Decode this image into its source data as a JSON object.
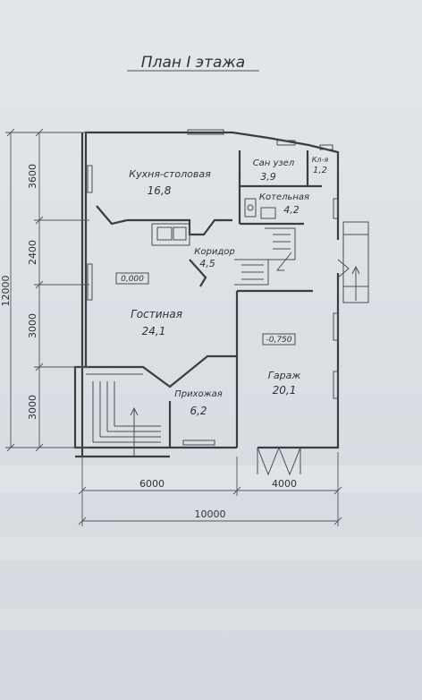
{
  "title": "План I этажа",
  "rooms": [
    {
      "name": "Кухня-столовая",
      "area": "16,8"
    },
    {
      "name": "Сан узел",
      "area": "3,9"
    },
    {
      "name": "Кл-я",
      "area": "1,2"
    },
    {
      "name": "Котельная",
      "area": "4,2"
    },
    {
      "name": "Коридор",
      "area": "4,5"
    },
    {
      "name": "Гостиная",
      "area": "24,1"
    },
    {
      "name": "Прихожая",
      "area": "6,2"
    },
    {
      "name": "Гараж",
      "area": "20,1"
    }
  ],
  "levels": [
    "0,000",
    "-0,750"
  ],
  "dimensions": {
    "vertical_total": "12000",
    "vertical": [
      "3600",
      "2400",
      "3000",
      "3000"
    ],
    "horizontal": [
      "6000",
      "4000"
    ],
    "horizontal_total": "10000"
  }
}
